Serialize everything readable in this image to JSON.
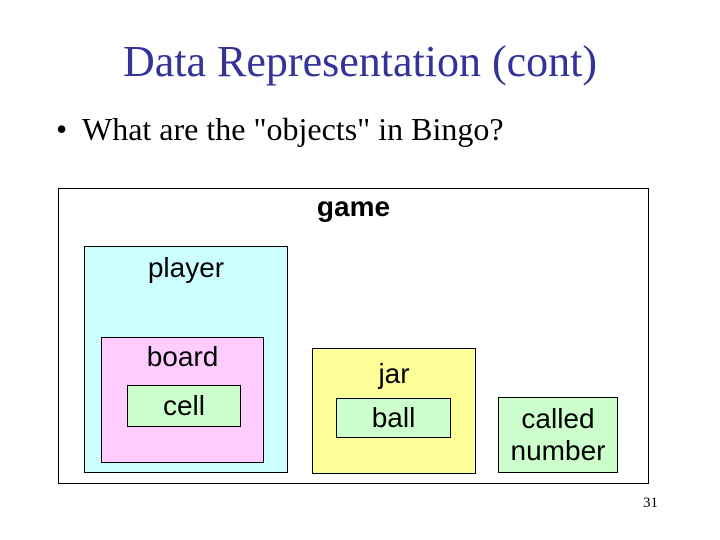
{
  "slide": {
    "title": "Data Representation (cont)",
    "bullet_marker": "•",
    "bullet_text": "What are the \"objects\" in Bingo?",
    "page_number": "31"
  },
  "diagram": {
    "game_label": "game",
    "player_label": "player",
    "board_label": "board",
    "cell_label": "cell",
    "jar_label": "jar",
    "ball_label": "ball",
    "called_number_label": "called number"
  },
  "colors": {
    "title_text": "#333399",
    "body_text": "#000000",
    "box_border": "#000000",
    "game_bg": "#ffffff",
    "player_bg": "#ccffff",
    "board_bg": "#ffccff",
    "cell_bg": "#ccffcc",
    "jar_bg": "#ffff99",
    "ball_bg": "#ccffcc",
    "called_number_bg": "#ccffcc"
  }
}
